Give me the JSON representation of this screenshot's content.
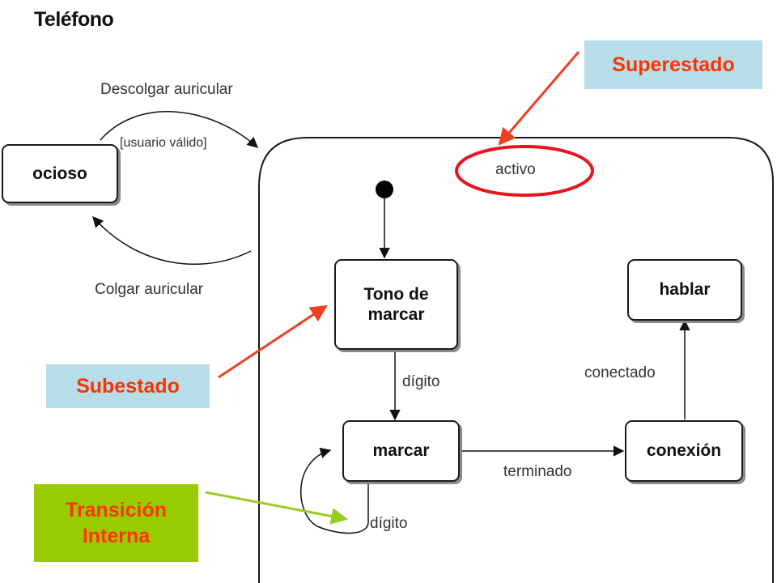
{
  "title": "Teléfono",
  "states": {
    "idle": "ocioso",
    "dial_tone": "Tono de\nmarcar",
    "dialing": "marcar",
    "connecting": "conexión",
    "talk": "hablar"
  },
  "superstate_label": "activo",
  "transitions": {
    "off_hook": "Descolgar auricular",
    "guard_valid_user": "[usuario válido]",
    "on_hook": "Colgar auricular",
    "digit_1": "dígito",
    "digit_internal": "dígito",
    "finished": "terminado",
    "connected": "conectado"
  },
  "callouts": {
    "superstate": {
      "text": "Superestado",
      "bg": "#b7dde8",
      "color": "#ff3300"
    },
    "substate": {
      "text": "Subestado",
      "bg": "#b7dde8",
      "color": "#ff3300"
    },
    "internal_transition": {
      "text": "Transición\nInterna",
      "bg": "#99cc00",
      "color": "#ff3300"
    }
  },
  "colors": {
    "highlight_ellipse": "#e8141e",
    "red_arrow": "#f04020",
    "green_arrow": "#99cc22"
  }
}
